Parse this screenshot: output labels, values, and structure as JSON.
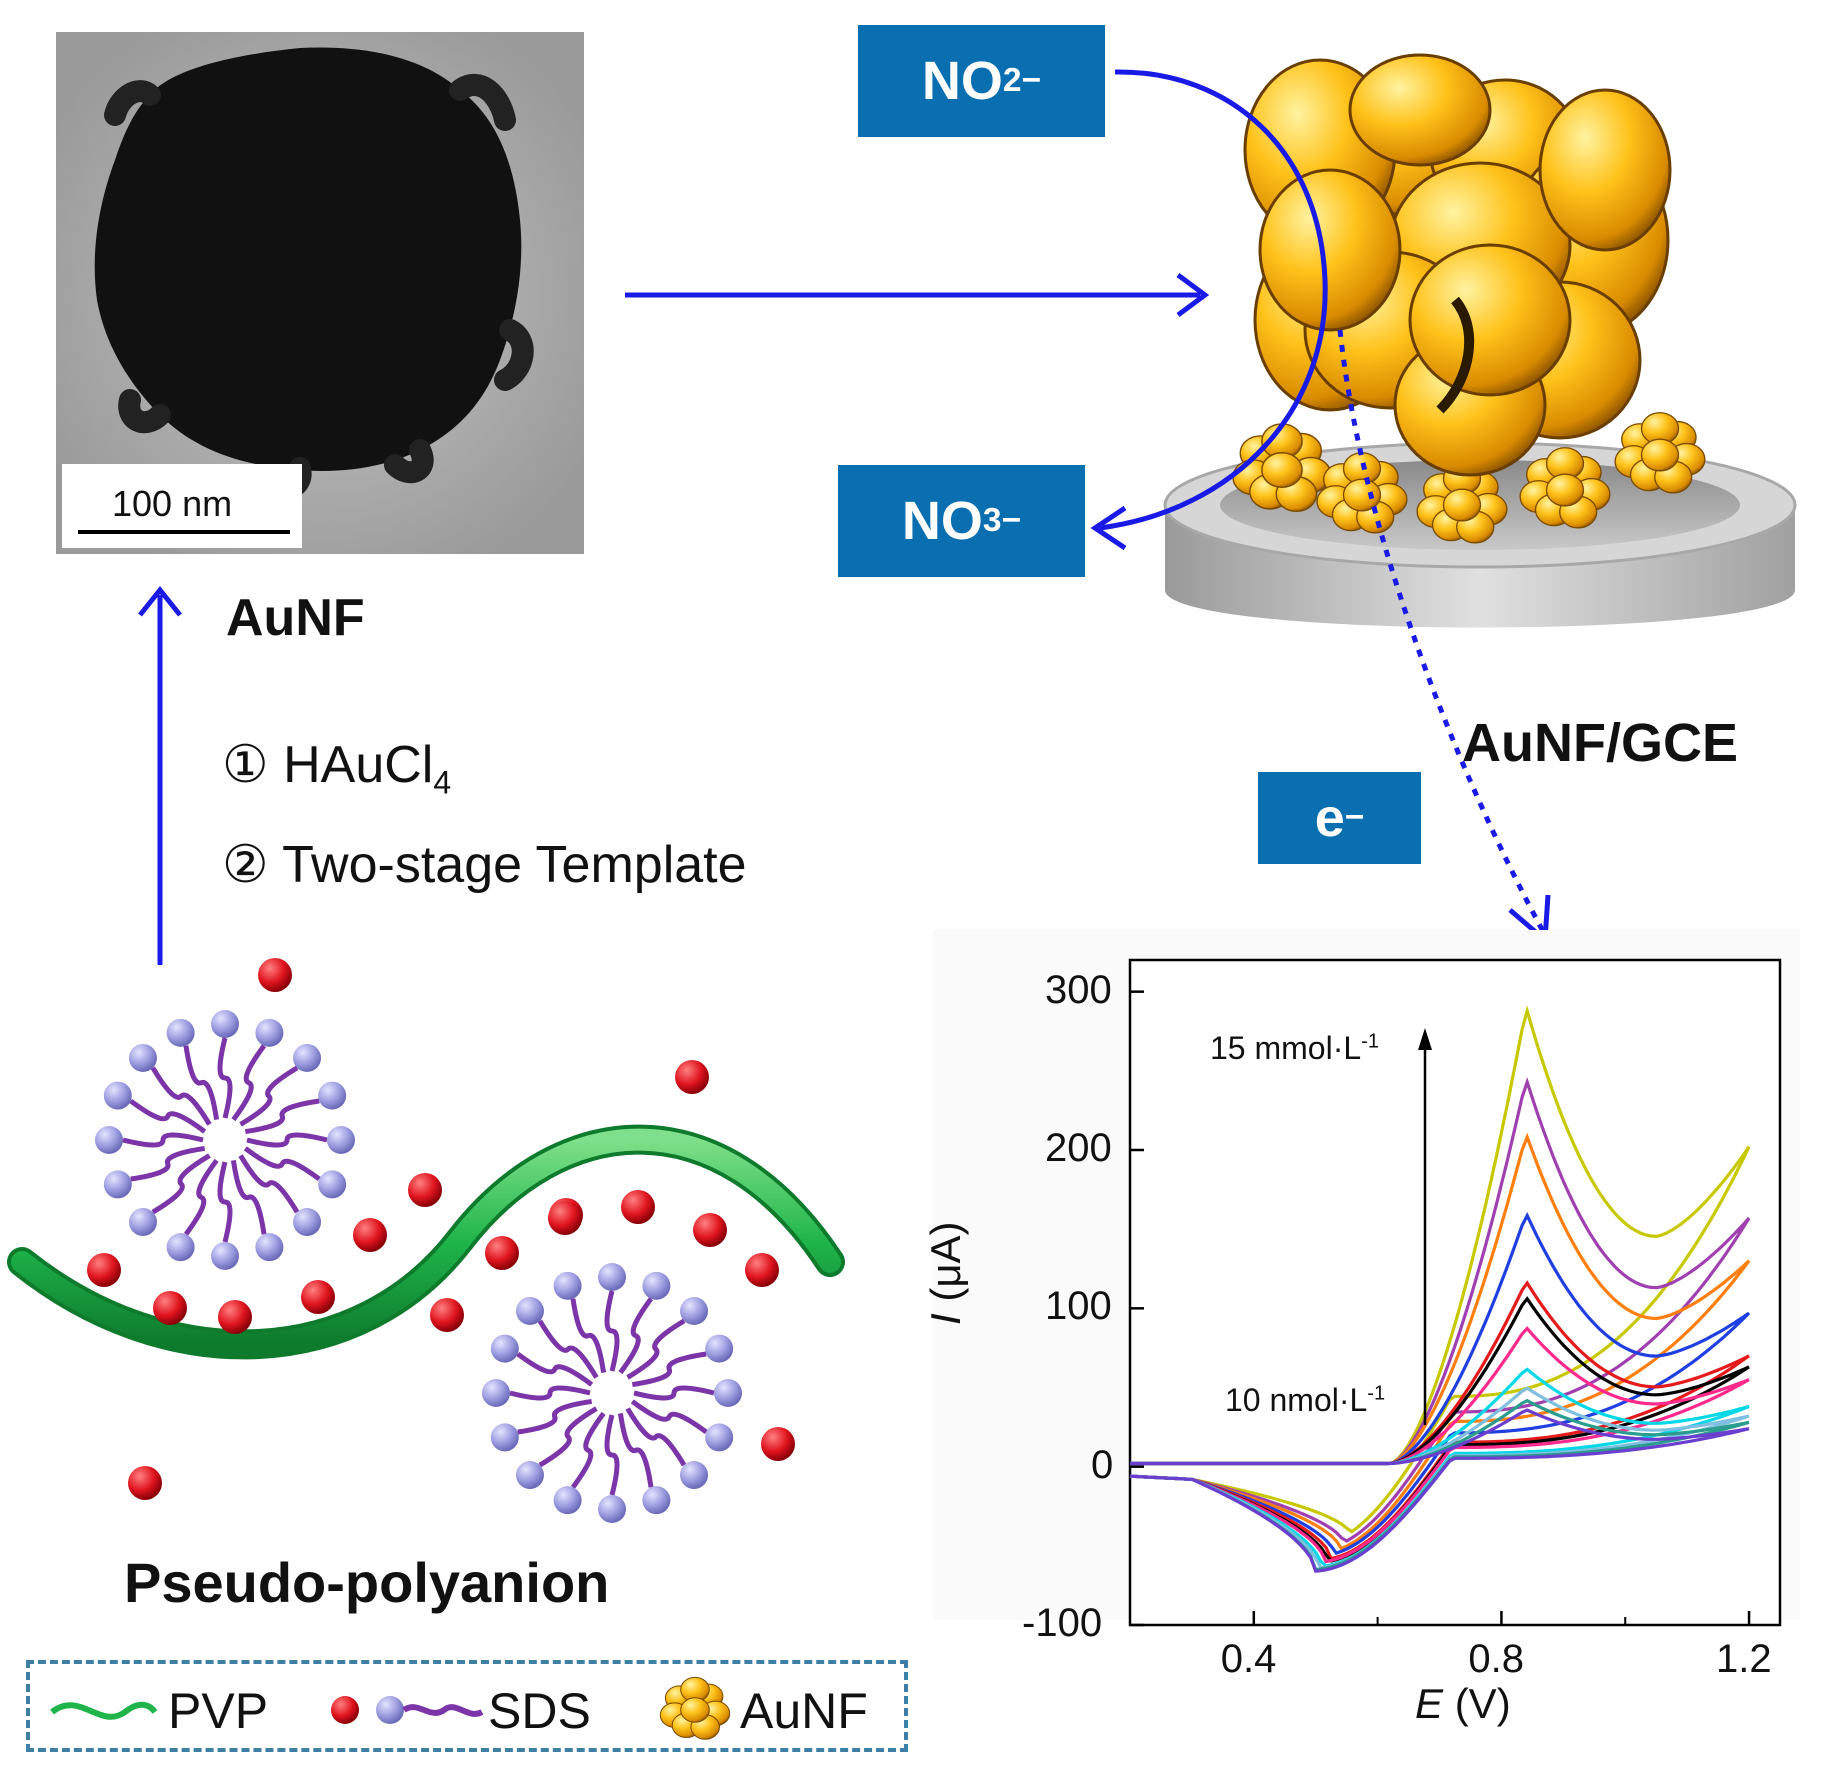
{
  "tem": {
    "scale_label": "100 nm"
  },
  "labels": {
    "aunf": "AuNF",
    "step1_marker": "①",
    "step1_text": "HAuCl",
    "step1_sub": "4",
    "step2_marker": "②",
    "step2_text": "Two-stage Template",
    "pseudo": "Pseudo-polyanion",
    "aunf_gce": "AuNF/GCE"
  },
  "ions": {
    "nitrite_base": "NO",
    "nitrite_sub": "2",
    "nitrite_sup": "−",
    "nitrate_base": "NO",
    "nitrate_sub": "3",
    "nitrate_sup": "−",
    "electron_base": "e",
    "electron_sup": "−"
  },
  "legend": {
    "pvp": "PVP",
    "sds": "SDS",
    "aunf": "AuNF"
  },
  "colors": {
    "arrow": "#1a1ae6",
    "ion_box": "#0a6fb0",
    "pvp": "#1fb54a",
    "sds_head": "#9b9be0",
    "sds_tail": "#7b35a8",
    "ion": "#e0141e",
    "gold": "#f0b020"
  },
  "chart_data": {
    "type": "line",
    "xlabel_var": "E",
    "xlabel_unit": "(V)",
    "ylabel_var": "I",
    "ylabel_unit": "(μA)",
    "xlim": [
      0.2,
      1.25
    ],
    "ylim": [
      -100,
      320
    ],
    "xticks": [
      0.4,
      0.8,
      1.2
    ],
    "yticks": [
      -100,
      0,
      100,
      200,
      300
    ],
    "annotation_top": "15 mmol·L",
    "annotation_top_sup": "-1",
    "annotation_bottom": "10 nmol·L",
    "annotation_bottom_sup": "-1",
    "grid": false,
    "series": [
      {
        "color": "#c8c800",
        "values": {
          "peak": 290,
          "end": 202,
          "valley": -42,
          "valleyE": 0.555
        }
      },
      {
        "color": "#a040b0",
        "values": {
          "peak": 245,
          "end": 157,
          "valley": -48,
          "valleyE": 0.545
        }
      },
      {
        "color": "#ff7f0e",
        "values": {
          "peak": 210,
          "end": 130,
          "valley": -52,
          "valleyE": 0.54
        }
      },
      {
        "color": "#1f3fe0",
        "values": {
          "peak": 160,
          "end": 97,
          "valley": -55,
          "valleyE": 0.53
        }
      },
      {
        "color": "#e41a1c",
        "values": {
          "peak": 117,
          "end": 70,
          "valley": -58,
          "valleyE": 0.525
        }
      },
      {
        "color": "#000000",
        "values": {
          "peak": 107,
          "end": 63,
          "valley": -60,
          "valleyE": 0.52
        }
      },
      {
        "color": "#ff2a8c",
        "values": {
          "peak": 88,
          "end": 55,
          "valley": -60,
          "valleyE": 0.515
        }
      },
      {
        "color": "#00d8e8",
        "values": {
          "peak": 62,
          "end": 38,
          "valley": -63,
          "valleyE": 0.51
        }
      },
      {
        "color": "#7fbfe0",
        "values": {
          "peak": 50,
          "end": 32,
          "valley": -64,
          "valleyE": 0.505
        }
      },
      {
        "color": "#2a9d8f",
        "values": {
          "peak": 42,
          "end": 28,
          "valley": -65,
          "valleyE": 0.5
        }
      },
      {
        "color": "#6a3fd0",
        "values": {
          "peak": 36,
          "end": 24,
          "valley": -66,
          "valleyE": 0.5
        }
      }
    ]
  }
}
